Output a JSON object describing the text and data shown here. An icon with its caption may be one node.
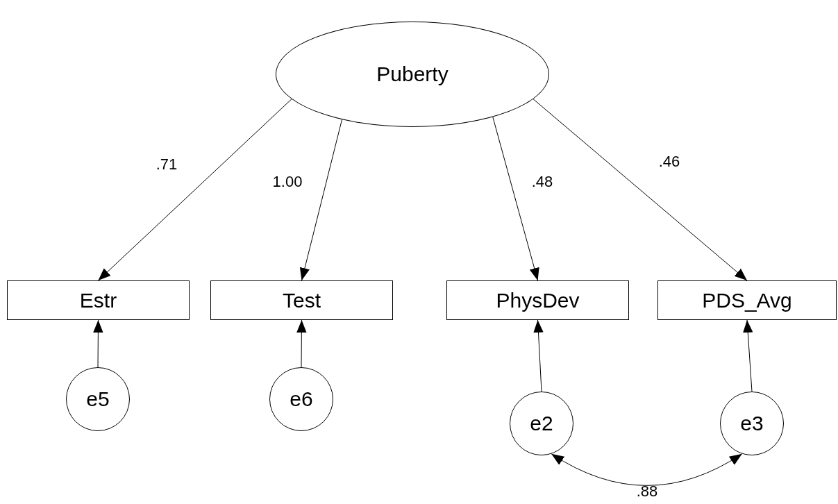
{
  "diagram": {
    "nodes": [
      {
        "text": [
          "Puberty"
        ]
      },
      {
        "text": [
          "Estr"
        ]
      },
      {
        "text": [
          "Test"
        ]
      },
      {
        "text": [
          "PhysDev"
        ]
      },
      {
        "text": [
          "PDS_Avg"
        ]
      },
      {
        "text": [
          "e5"
        ]
      },
      {
        "text": [
          "e6"
        ]
      },
      {
        "text": [
          "e2"
        ]
      },
      {
        "text": [
          "e3"
        ]
      }
    ],
    "edges": [
      {
        "from": 0,
        "to": 1,
        "arrow": "to",
        "label": ".71"
      },
      {
        "from": 0,
        "to": 2,
        "arrow": "to",
        "label": "1.00"
      },
      {
        "from": 0,
        "to": 3,
        "arrow": "to",
        "label": ".48"
      },
      {
        "from": 0,
        "to": 4,
        "arrow": "to",
        "label": ".46"
      },
      {
        "from": 5,
        "to": 1,
        "arrow": "to"
      },
      {
        "from": 6,
        "to": 2,
        "arrow": "to"
      },
      {
        "from": 7,
        "to": 3,
        "arrow": "to"
      },
      {
        "from": 8,
        "to": 4,
        "arrow": "to"
      },
      {
        "from": 7,
        "to": 8,
        "arrow": "both",
        "label": ".88"
      }
    ]
  }
}
